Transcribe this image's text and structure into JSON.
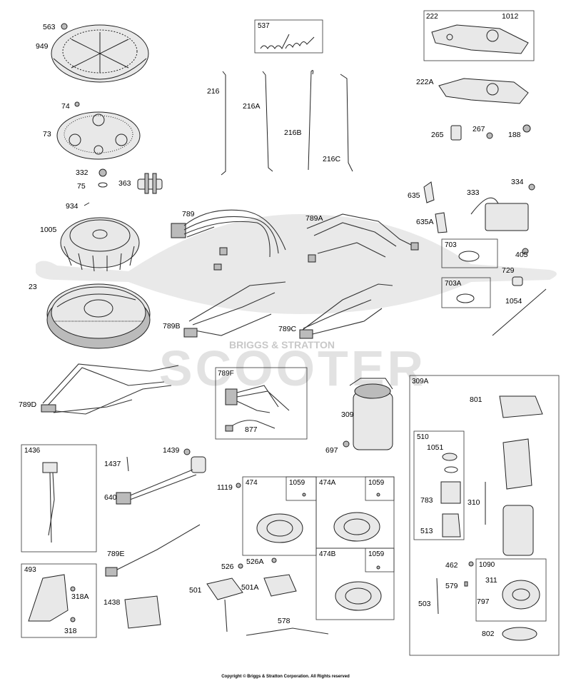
{
  "labels": {
    "l563": "563",
    "l949": "949",
    "l74": "74",
    "l73": "73",
    "l332": "332",
    "l75": "75",
    "l363": "363",
    "l934": "934",
    "l1005": "1005",
    "l23": "23",
    "l789D": "789D",
    "l537": "537",
    "l216": "216",
    "l216A": "216A",
    "l216B": "216B",
    "l216C": "216C",
    "l789": "789",
    "l789A": "789A",
    "l789B": "789B",
    "l789C": "789C",
    "l789F": "789F",
    "l877": "877",
    "l222": "222",
    "l1012": "1012",
    "l222A": "222A",
    "l265": "265",
    "l267": "267",
    "l188": "188",
    "l334": "334",
    "l635": "635",
    "l333": "333",
    "l635A": "635A",
    "l703": "703",
    "l405": "405",
    "l729": "729",
    "l703A": "703A",
    "l1054": "1054",
    "l309": "309",
    "l697": "697",
    "l309A": "309A",
    "l801": "801",
    "l510": "510",
    "l1051": "1051",
    "l783": "783",
    "l310": "310",
    "l513": "513",
    "l462": "462",
    "l579": "579",
    "l1090": "1090",
    "l311": "311",
    "l797": "797",
    "l503": "503",
    "l802": "802",
    "l1436": "1436",
    "l1439": "1439",
    "l1437": "1437",
    "l640": "640",
    "l789E": "789E",
    "l1119": "1119",
    "l474": "474",
    "l1059a": "1059",
    "l474A": "474A",
    "l1059b": "1059",
    "l474B": "474B",
    "l1059c": "1059",
    "l526": "526",
    "l526A": "526A",
    "l501": "501",
    "l501A": "501A",
    "l578": "578",
    "l1438": "1438",
    "l493": "493",
    "l318A": "318A",
    "l318": "318"
  },
  "watermark": {
    "text": "SCOOTER",
    "brand": "BRIGGS & STRATTON"
  },
  "copyright": "Copyright © Briggs & Stratton Corporation. All Rights reserved"
}
